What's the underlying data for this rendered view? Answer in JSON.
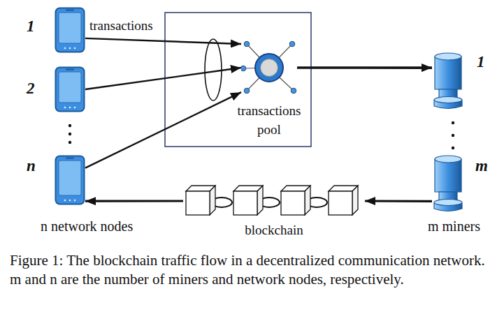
{
  "diagram": {
    "caption": "Figure 1: The blockchain traffic flow in a decentralized communication network. m and n are the number of miners and network nodes, respectively.",
    "nodes": [
      {
        "text": [
          "1"
        ]
      },
      {
        "text": [
          "2"
        ]
      },
      {
        "text": [
          "n"
        ]
      },
      {
        "text": [
          "transactions pool"
        ]
      },
      {
        "text": [
          "1"
        ]
      },
      {
        "text": [
          "m"
        ]
      },
      {
        "text": [
          "blockchain"
        ]
      }
    ],
    "edges": [
      {
        "from": 0,
        "to": 3,
        "arrow": "to",
        "label": "transactions"
      },
      {
        "from": 1,
        "to": 3,
        "arrow": "to"
      },
      {
        "from": 2,
        "to": 3,
        "arrow": "to"
      },
      {
        "from": 3,
        "to": 4,
        "arrow": "to"
      },
      {
        "from": 5,
        "to": 6,
        "arrow": "to"
      },
      {
        "from": 6,
        "to": 2,
        "arrow": "to"
      }
    ],
    "labels": [
      "n network nodes",
      "m miners"
    ]
  }
}
